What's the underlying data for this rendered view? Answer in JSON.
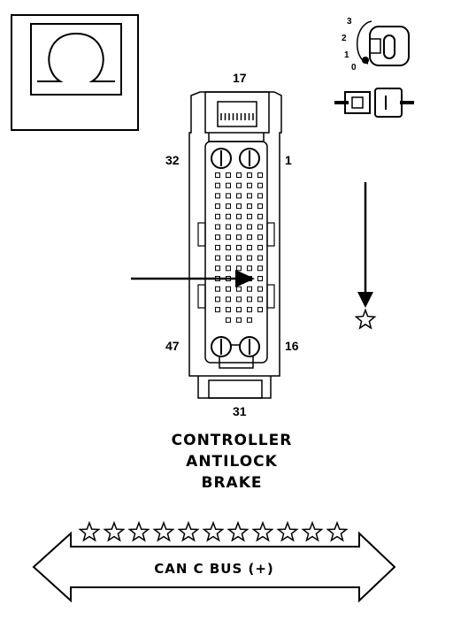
{
  "connector": {
    "pin_top": "17",
    "pin_top_left": "32",
    "pin_top_right": "1",
    "pin_bottom_left": "47",
    "pin_bottom_right": "16",
    "pin_bottom": "31"
  },
  "component": {
    "line1": "CONTROLLER",
    "line2": "ANTILOCK",
    "line3": "BRAKE"
  },
  "ignition": {
    "positions": [
      "3",
      "2",
      "1",
      "0"
    ]
  },
  "bus": {
    "label": "CAN C BUS (+)"
  },
  "icons": {
    "power_symbol": "omega-power-icon",
    "ignition_key": "ignition-key-icon",
    "fuse": "fuse-connector-icon",
    "ground_star": "star-icon"
  }
}
